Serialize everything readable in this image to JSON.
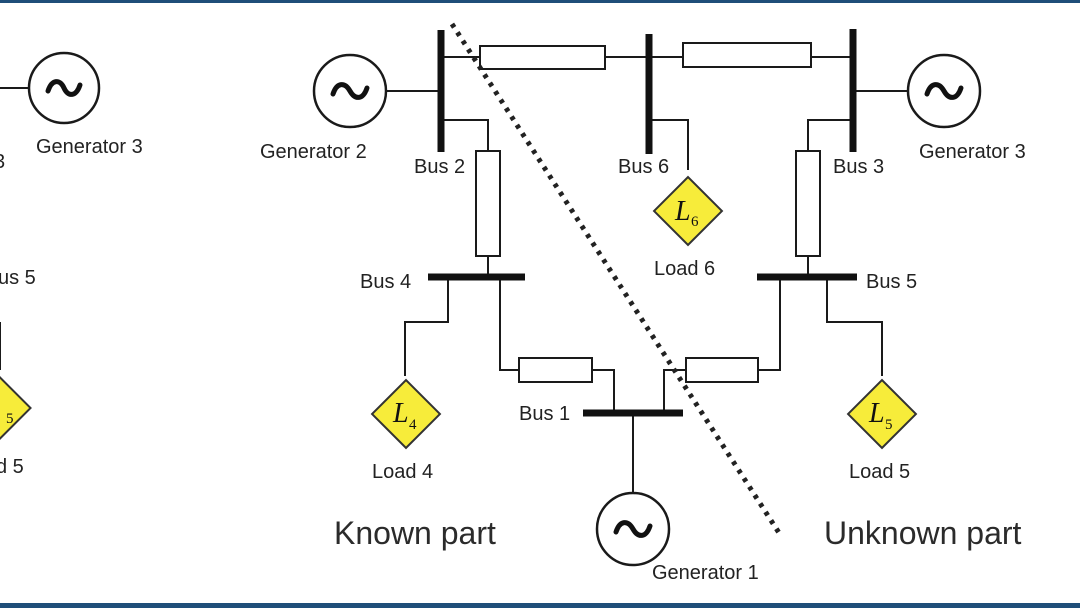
{
  "colors": {
    "frame": "#1f4e79",
    "load_fill": "#f7ec3a"
  },
  "partial_left": {
    "generator_label": "Generator 3",
    "bus_label_fragment_1": "3",
    "bus_label_fragment_2": "us 5",
    "load_symbol_fragment": "5",
    "load_label_fragment": "d 5"
  },
  "buses": {
    "bus1": "Bus 1",
    "bus2": "Bus 2",
    "bus3": "Bus 3",
    "bus4": "Bus 4",
    "bus5": "Bus 5",
    "bus6": "Bus 6"
  },
  "generators": {
    "gen1": "Generator 1",
    "gen2": "Generator 2",
    "gen3": "Generator 3"
  },
  "loads": {
    "load4": {
      "label": "Load 4",
      "symbol": "L",
      "sub": "4"
    },
    "load5": {
      "label": "Load 5",
      "symbol": "L",
      "sub": "5"
    },
    "load6": {
      "label": "Load 6",
      "symbol": "L",
      "sub": "6"
    }
  },
  "regions": {
    "known": "Known part",
    "unknown": "Unknown part"
  }
}
